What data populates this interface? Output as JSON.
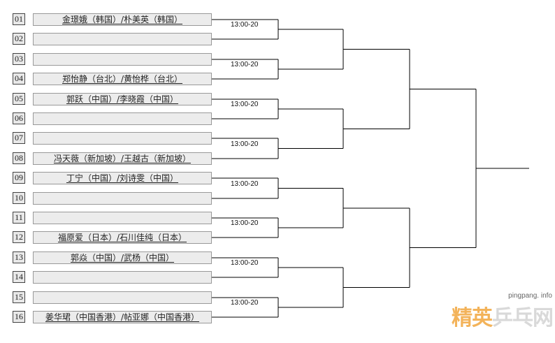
{
  "entries": [
    {
      "seed": "01",
      "name": "金璟娥（韩国）/朴美英（韩国）"
    },
    {
      "seed": "02",
      "name": ""
    },
    {
      "seed": "03",
      "name": ""
    },
    {
      "seed": "04",
      "name": "郑怡静（台北）/黄怡桦（台北）"
    },
    {
      "seed": "05",
      "name": "郭跃（中国）/李晓霞（中国）"
    },
    {
      "seed": "06",
      "name": ""
    },
    {
      "seed": "07",
      "name": ""
    },
    {
      "seed": "08",
      "name": "冯天薇（新加坡）/王越古（新加坡）"
    },
    {
      "seed": "09",
      "name": "丁宁（中国）/刘诗雯（中国）"
    },
    {
      "seed": "10",
      "name": ""
    },
    {
      "seed": "11",
      "name": ""
    },
    {
      "seed": "12",
      "name": "福原爱（日本）/石川佳纯（日本）"
    },
    {
      "seed": "13",
      "name": "郭焱（中国）/武杨（中国）"
    },
    {
      "seed": "14",
      "name": ""
    },
    {
      "seed": "15",
      "name": ""
    },
    {
      "seed": "16",
      "name": "姜华珺（中国香港）/帖亚娜（中国香港）"
    }
  ],
  "match_times": [
    "13:00-20",
    "13:00-20",
    "13:00-20",
    "13:00-20",
    "13:00-20",
    "13:00-20",
    "13:00-20",
    "13:00-20"
  ],
  "watermark": {
    "url": "pingpang. info",
    "logo_text_1": "精英",
    "logo_text_2": "乒乓网",
    "accent_color": "#f3b35a"
  },
  "colors": {
    "slot_bg": "#ececec",
    "seed_bg": "#e8e8e8",
    "line": "#000000"
  }
}
